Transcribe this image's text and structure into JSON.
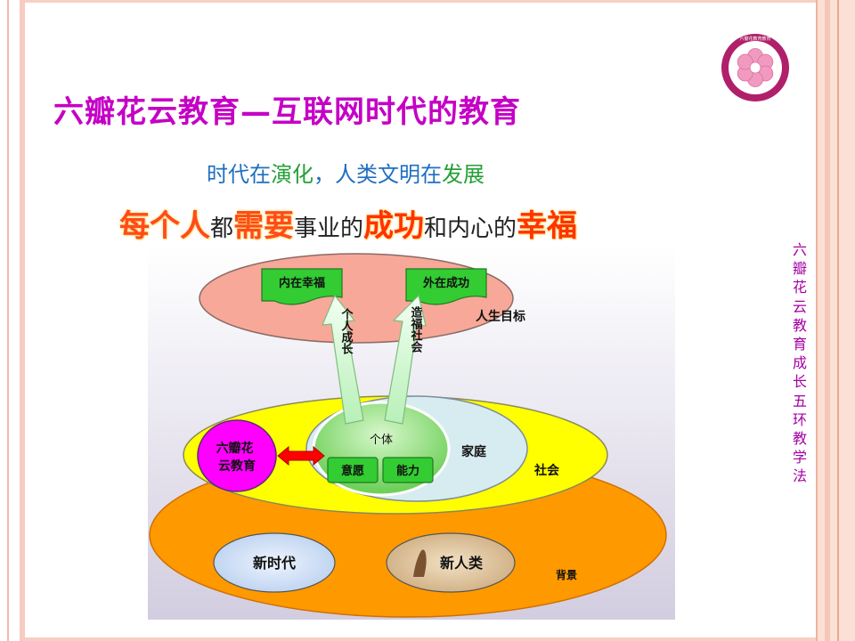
{
  "title": "六瓣花云教育—互联网时代的教育",
  "subtitle1": {
    "part1": "时代在",
    "part2": "演化",
    "part3": "，人类文明在",
    "part4": "发展"
  },
  "subtitle2": {
    "s1": "每个人",
    "s2": "都",
    "s3": "需要",
    "s4": "事业的",
    "s5": "成功",
    "s6": "和内心的",
    "s7": "幸福"
  },
  "sidebar_vertical": [
    "六",
    "瓣",
    "花",
    "云",
    "教",
    "育",
    "成",
    "长",
    "五",
    "环",
    "教",
    "学",
    "法"
  ],
  "logo": {
    "icon": "six-petal-flower-icon",
    "ring_text": "六瓣花教育教育",
    "colors": {
      "ring": "#b0206a",
      "petal": "#f19ac0",
      "center": "#ffffff"
    }
  },
  "diagram": {
    "goal_area": {
      "label": "人生目标",
      "inner_happiness": "内在幸福",
      "outer_success": "外在成功"
    },
    "arrow_left": "个人成长",
    "arrow_right": "造福社会",
    "individual": {
      "label": "个体",
      "box1": "意愿",
      "box2": "能力"
    },
    "family": "家庭",
    "society": "社会",
    "education": "六瓣花云教育",
    "background": {
      "label": "背景",
      "new_era": "新时代",
      "new_humans": "新人类"
    },
    "colors": {
      "goal": "#f7a898",
      "society": "#ffff00",
      "background": "#ff9900",
      "family": "#d7ecf1",
      "individual": "#8fe07a",
      "education": "#ff00ff",
      "green_box": "#33cc33",
      "arrow": "#ccffcc"
    }
  }
}
